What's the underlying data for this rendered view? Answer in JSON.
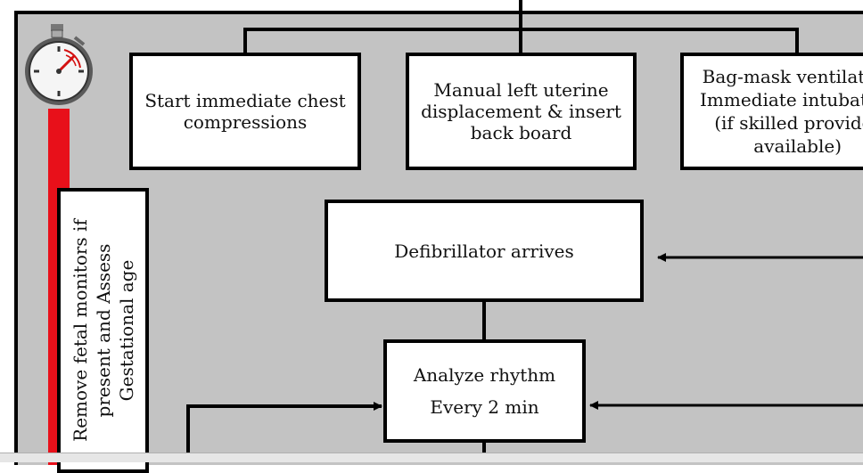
{
  "diagram": {
    "boxes": {
      "chest_compressions": {
        "lines": [
          "Start immediate chest",
          "compressions"
        ]
      },
      "uterine_displacement": {
        "lines": [
          "Manual left uterine",
          "displacement & insert",
          "back board"
        ]
      },
      "airway": {
        "lines": [
          "Bag-mask ventilation",
          "Immediate intubation",
          "(if skilled provider",
          "available)"
        ]
      },
      "defibrillator": {
        "lines": [
          "Defibrillator arrives"
        ]
      },
      "analyze_rhythm": {
        "lines": [
          "Analyze rhythm",
          "Every 2 min"
        ]
      },
      "fetal_monitors": {
        "lines": [
          "Remove fetal monitors if",
          "present and Assess",
          "Gestational age"
        ]
      }
    },
    "icons": {
      "timer": "stopwatch-icon"
    },
    "colors": {
      "background": "#c3c3c3",
      "timeline_bar": "#e8101a",
      "box_fill": "#ffffff",
      "stroke": "#000000"
    }
  }
}
